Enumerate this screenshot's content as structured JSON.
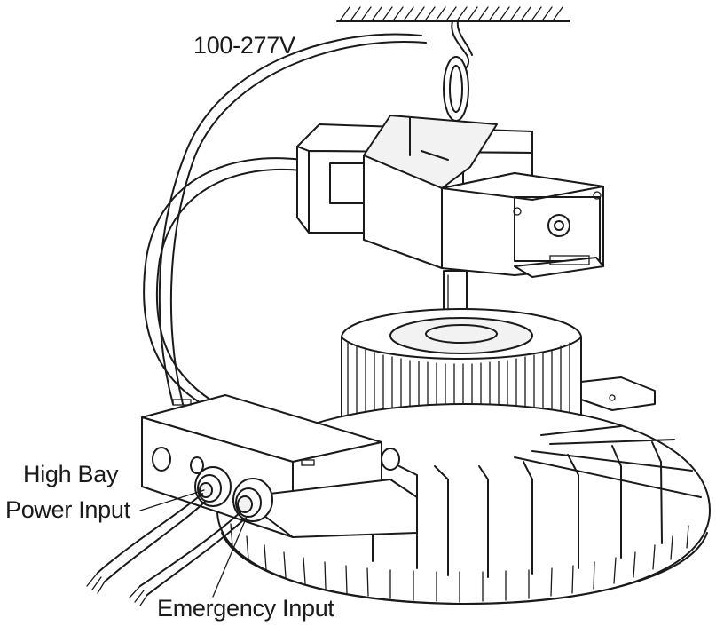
{
  "diagram": {
    "labels": {
      "voltage": "100-277V",
      "power_input_line1": "High Bay",
      "power_input_line2": "Power Input",
      "emergency_input": "Emergency Input"
    },
    "colors": {
      "line": "#1a1a1a",
      "background": "#ffffff"
    }
  }
}
